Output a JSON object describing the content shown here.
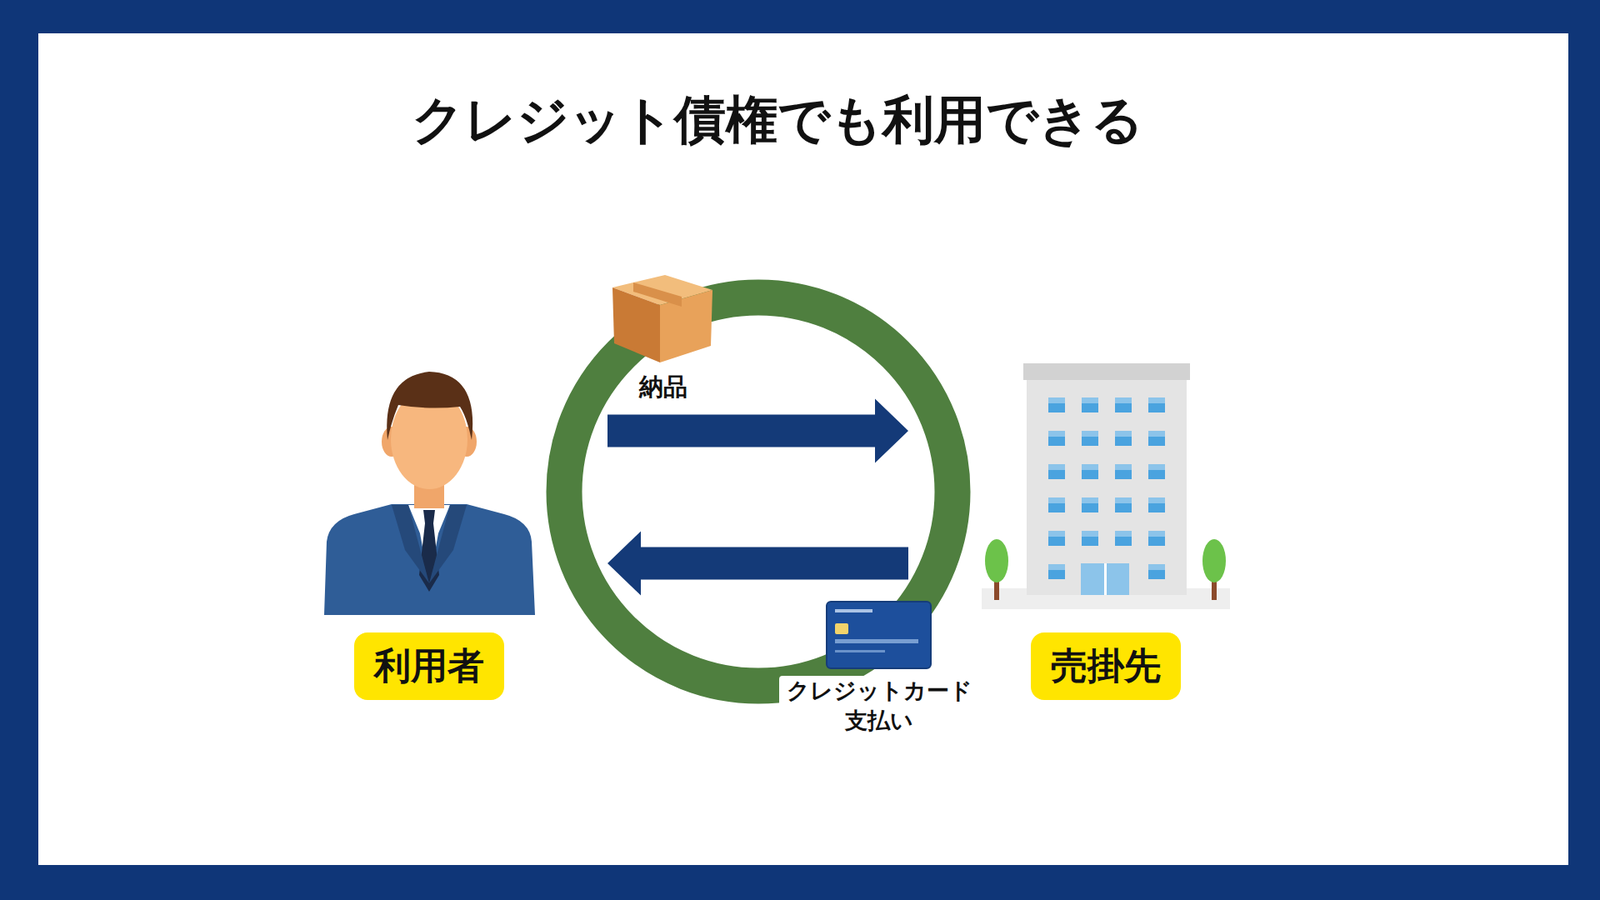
{
  "diagram": {
    "title": "クレジット債権でも利用できる",
    "nodes": [
      {
        "text": [
          "利用者"
        ]
      },
      {
        "text": [
          "売掛先"
        ]
      }
    ],
    "edges": [
      {
        "from": 0,
        "to": 1,
        "label": "納品",
        "arrow": "to"
      },
      {
        "from": 1,
        "to": 0,
        "label": "クレジットカード 支払い",
        "arrow": "to"
      }
    ]
  }
}
